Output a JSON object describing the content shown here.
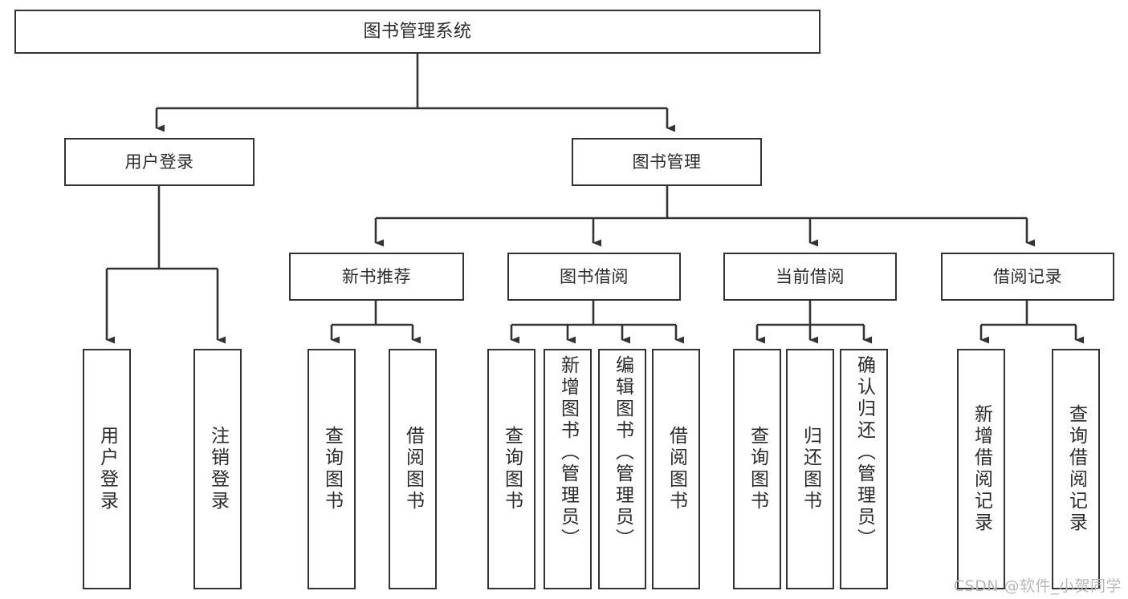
{
  "diagram": {
    "title": "图书管理系统",
    "type": "tree",
    "colors": {
      "box_border": "#333333",
      "box_fill": "#ffffff",
      "line": "#333333",
      "text": "#2b2b2b",
      "watermark": "#b8b8b8",
      "background": "#ffffff"
    },
    "watermark": "CSDN @软件_小贺同学",
    "nodes": {
      "root": {
        "label": "图书管理系统"
      },
      "level1": [
        {
          "id": "user-login",
          "label": "用户登录"
        },
        {
          "id": "book-manage",
          "label": "图书管理"
        }
      ],
      "level2": [
        {
          "id": "new-book-recommend",
          "label": "新书推荐"
        },
        {
          "id": "book-borrow",
          "label": "图书借阅"
        },
        {
          "id": "current-borrow",
          "label": "当前借阅"
        },
        {
          "id": "borrow-record",
          "label": "借阅记录"
        }
      ],
      "leaves": {
        "user_login": [
          {
            "id": "leaf-user-login",
            "label": "用户登录"
          },
          {
            "id": "leaf-logout",
            "label": "注销登录"
          }
        ],
        "new_book_recommend": [
          {
            "id": "leaf-query-book-1",
            "label": "查询图书"
          },
          {
            "id": "leaf-borrow-book-1",
            "label": "借阅图书"
          }
        ],
        "book_borrow": [
          {
            "id": "leaf-query-book-2",
            "label": "查询图书"
          },
          {
            "id": "leaf-add-book",
            "label": "新增图书（管理员）"
          },
          {
            "id": "leaf-edit-book",
            "label": "编辑图书（管理员）"
          },
          {
            "id": "leaf-borrow-book-2",
            "label": "借阅图书"
          }
        ],
        "current_borrow": [
          {
            "id": "leaf-query-book-3",
            "label": "查询图书"
          },
          {
            "id": "leaf-return-book",
            "label": "归还图书"
          },
          {
            "id": "leaf-confirm-return",
            "label": "确认归还（管理员）"
          }
        ],
        "borrow_record": [
          {
            "id": "leaf-add-record",
            "label": "新增借阅记录"
          },
          {
            "id": "leaf-query-record",
            "label": "查询借阅记录"
          }
        ]
      }
    }
  }
}
